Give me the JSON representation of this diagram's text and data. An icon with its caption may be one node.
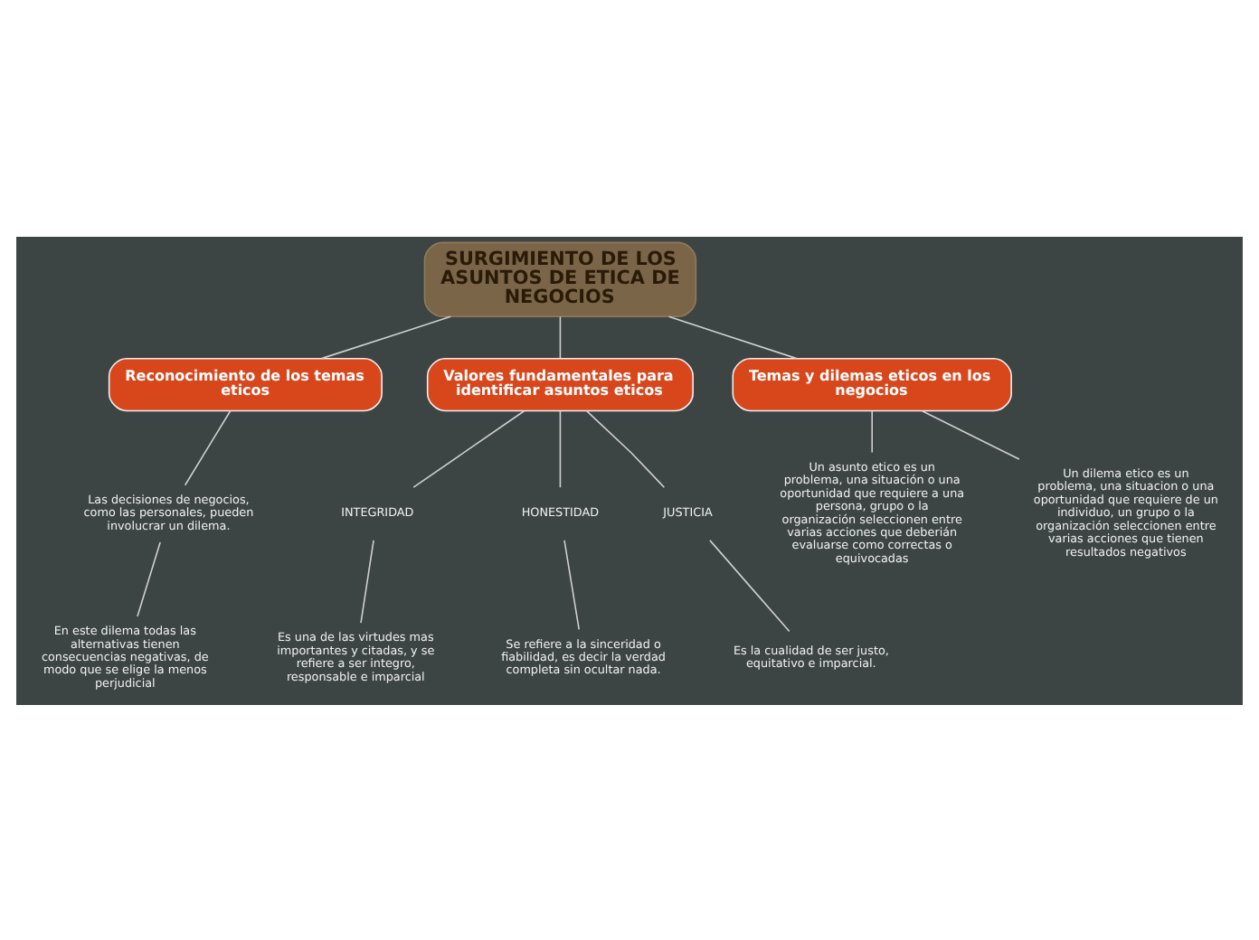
{
  "diagram": {
    "nodes": [
      {
        "text": [
          "SURGIMIENTO DE LOS ASUNTOS DE ETICA DE NEGOCIOS"
        ]
      },
      {
        "text": [
          "Reconocimiento de los temas eticos"
        ]
      },
      {
        "text": [
          "Valores fundamentales para identificar asuntos eticos"
        ]
      },
      {
        "text": [
          "Temas y dilemas eticos en los negocios"
        ]
      },
      {
        "text": [
          "Las decisiones de negocios, como las personales, pueden involucrar un dilema."
        ]
      },
      {
        "text": [
          "En este dilema todas las alternativas tienen consecuencias negativas, de modo que se elige la menos perjudicial"
        ]
      },
      {
        "text": [
          "INTEGRIDAD"
        ]
      },
      {
        "text": [
          "HONESTIDAD"
        ]
      },
      {
        "text": [
          "JUSTICIA"
        ]
      },
      {
        "text": [
          "Es una de las virtudes mas importantes y citadas, y se refiere a ser integro, responsable e imparcial"
        ]
      },
      {
        "text": [
          "Se refiere a la sinceridad o fiabilidad, es decir la verdad completa sin ocultar nada."
        ]
      },
      {
        "text": [
          "Es la cualidad de ser justo, equitativo e imparcial."
        ]
      },
      {
        "text": [
          "Un asunto etico es un problema, una situación o una oportunidad que requiere a una persona, grupo o la organización seleccionen entre varias acciones que deberián evaluarse como correctas o equivocadas"
        ]
      },
      {
        "text": [
          "Un dilema etico es un problema, una situacion o una oportunidad que requiere de un individuo, un grupo o la organización seleccionen entre varias acciones que tienen resultados negativos"
        ]
      }
    ],
    "edges": [
      {
        "from": 0,
        "to": 1,
        "arrow": "none"
      },
      {
        "from": 0,
        "to": 2,
        "arrow": "none"
      },
      {
        "from": 0,
        "to": 3,
        "arrow": "none"
      },
      {
        "from": 1,
        "to": 4,
        "arrow": "none"
      },
      {
        "from": 4,
        "to": 5,
        "arrow": "none"
      },
      {
        "from": 2,
        "to": 6,
        "arrow": "none"
      },
      {
        "from": 2,
        "to": 7,
        "arrow": "none"
      },
      {
        "from": 2,
        "to": 8,
        "arrow": "none"
      },
      {
        "from": 6,
        "to": 9,
        "arrow": "none"
      },
      {
        "from": 7,
        "to": 10,
        "arrow": "none"
      },
      {
        "from": 8,
        "to": 11,
        "arrow": "none"
      },
      {
        "from": 3,
        "to": 12,
        "arrow": "none"
      },
      {
        "from": 3,
        "to": 13,
        "arrow": "none"
      }
    ]
  }
}
